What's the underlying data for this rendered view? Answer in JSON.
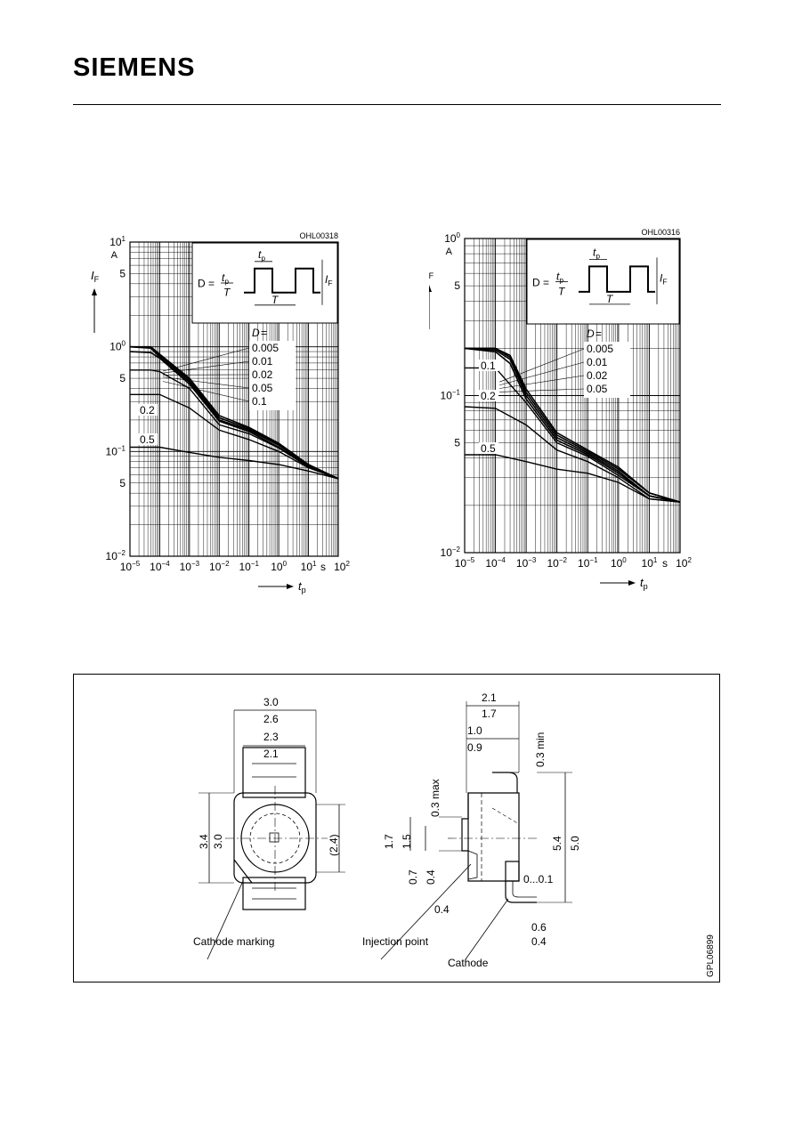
{
  "header": {
    "brand": "SIEMENS"
  },
  "chart_data": [
    {
      "type": "line",
      "code": "OHL00318",
      "xlabel": "t_p",
      "x_unit": "s",
      "ylabel": "I_F",
      "y_unit": "A",
      "x_scale": "log",
      "y_scale": "log",
      "xlim": [
        1e-05,
        100
      ],
      "ylim": [
        0.01,
        10
      ],
      "x_ticks": [
        {
          "v": 1e-05,
          "b": "10",
          "e": "−5"
        },
        {
          "v": 0.0001,
          "b": "10",
          "e": "−4"
        },
        {
          "v": 0.001,
          "b": "10",
          "e": "−3"
        },
        {
          "v": 0.01,
          "b": "10",
          "e": "−2"
        },
        {
          "v": 0.1,
          "b": "10",
          "e": "−1"
        },
        {
          "v": 1,
          "b": "10",
          "e": "0"
        },
        {
          "v": 10,
          "b": "10",
          "e": "1"
        },
        {
          "v": 100,
          "b": "10",
          "e": "2"
        }
      ],
      "x_tick_unit": "s",
      "y_ticks": [
        {
          "v": 10,
          "b": "10",
          "e": "1"
        },
        {
          "v": 5,
          "b": "5",
          "e": ""
        },
        {
          "v": 1,
          "b": "10",
          "e": "0"
        },
        {
          "v": 0.5,
          "b": "5",
          "e": ""
        },
        {
          "v": 0.1,
          "b": "10",
          "e": "−1"
        },
        {
          "v": 0.05,
          "b": "5",
          "e": ""
        },
        {
          "v": 0.01,
          "b": "10",
          "e": "−2"
        }
      ],
      "y_tick_unit": "A",
      "inset": {
        "formula_lhs": "D =",
        "num": "t_p",
        "den": "T",
        "period": "T",
        "pulse": "t_p",
        "amp": "I_F"
      },
      "legend_title": "D =",
      "legend_labels": [
        "0.005",
        "0.01",
        "0.02",
        "0.05",
        "0.1"
      ],
      "series": [
        {
          "name": "0.005",
          "points": [
            [
              1e-05,
              1.0
            ],
            [
              5e-05,
              1.0
            ],
            [
              0.0001,
              0.85
            ],
            [
              0.001,
              0.5
            ],
            [
              0.01,
              0.22
            ],
            [
              0.1,
              0.17
            ],
            [
              1,
              0.12
            ],
            [
              10,
              0.075
            ],
            [
              100,
              0.055
            ]
          ]
        },
        {
          "name": "0.01",
          "points": [
            [
              1e-05,
              1.0
            ],
            [
              5e-05,
              0.99
            ],
            [
              0.0001,
              0.83
            ],
            [
              0.001,
              0.48
            ],
            [
              0.01,
              0.21
            ],
            [
              0.1,
              0.165
            ],
            [
              1,
              0.118
            ],
            [
              10,
              0.074
            ],
            [
              100,
              0.055
            ]
          ]
        },
        {
          "name": "0.02",
          "points": [
            [
              1e-05,
              1.0
            ],
            [
              5e-05,
              0.97
            ],
            [
              0.0001,
              0.8
            ],
            [
              0.001,
              0.46
            ],
            [
              0.01,
              0.2
            ],
            [
              0.1,
              0.16
            ],
            [
              1,
              0.115
            ],
            [
              10,
              0.073
            ],
            [
              100,
              0.055
            ]
          ]
        },
        {
          "name": "0.05",
          "points": [
            [
              1e-05,
              0.9
            ],
            [
              5e-05,
              0.88
            ],
            [
              0.0001,
              0.78
            ],
            [
              0.001,
              0.44
            ],
            [
              0.01,
              0.195
            ],
            [
              0.1,
              0.155
            ],
            [
              1,
              0.11
            ],
            [
              10,
              0.072
            ],
            [
              100,
              0.055
            ]
          ]
        },
        {
          "name": "0.1",
          "points": [
            [
              1e-05,
              0.6
            ],
            [
              5e-05,
              0.6
            ],
            [
              0.0001,
              0.58
            ],
            [
              0.001,
              0.4
            ],
            [
              0.01,
              0.18
            ],
            [
              0.1,
              0.148
            ],
            [
              1,
              0.108
            ],
            [
              10,
              0.071
            ],
            [
              100,
              0.055
            ]
          ]
        },
        {
          "name": "0.2",
          "points": [
            [
              1e-05,
              0.35
            ],
            [
              0.0001,
              0.35
            ],
            [
              0.001,
              0.26
            ],
            [
              0.01,
              0.16
            ],
            [
              0.1,
              0.13
            ],
            [
              1,
              0.1
            ],
            [
              10,
              0.07
            ],
            [
              100,
              0.055
            ]
          ]
        },
        {
          "name": "0.5",
          "points": [
            [
              1e-05,
              0.11
            ],
            [
              0.0001,
              0.11
            ],
            [
              0.001,
              0.098
            ],
            [
              0.01,
              0.088
            ],
            [
              0.1,
              0.082
            ],
            [
              1,
              0.075
            ],
            [
              10,
              0.065
            ],
            [
              100,
              0.055
            ]
          ]
        }
      ],
      "series_labels": [
        "0.2",
        "0.5"
      ]
    },
    {
      "type": "line",
      "code": "OHL00316",
      "xlabel": "t_p",
      "x_unit": "s",
      "ylabel": "I_F",
      "y_unit": "A",
      "x_scale": "log",
      "y_scale": "log",
      "xlim": [
        1e-05,
        100
      ],
      "ylim": [
        0.01,
        1
      ],
      "x_ticks": [
        {
          "v": 1e-05,
          "b": "10",
          "e": "−5"
        },
        {
          "v": 0.0001,
          "b": "10",
          "e": "−4"
        },
        {
          "v": 0.001,
          "b": "10",
          "e": "−3"
        },
        {
          "v": 0.01,
          "b": "10",
          "e": "−2"
        },
        {
          "v": 0.1,
          "b": "10",
          "e": "−1"
        },
        {
          "v": 1,
          "b": "10",
          "e": "0"
        },
        {
          "v": 10,
          "b": "10",
          "e": "1"
        },
        {
          "v": 100,
          "b": "10",
          "e": "2"
        }
      ],
      "x_tick_unit": "s",
      "y_ticks": [
        {
          "v": 1,
          "b": "10",
          "e": "0"
        },
        {
          "v": 0.5,
          "b": "5",
          "e": ""
        },
        {
          "v": 0.1,
          "b": "10",
          "e": "−1"
        },
        {
          "v": 0.05,
          "b": "5",
          "e": ""
        },
        {
          "v": 0.01,
          "b": "10",
          "e": "−2"
        }
      ],
      "y_tick_unit": "A",
      "inset": {
        "formula_lhs": "D =",
        "num": "t_p",
        "den": "T",
        "period": "T",
        "pulse": "t_p",
        "amp": "I_F"
      },
      "legend_title": "D =",
      "legend_labels": [
        "0.005",
        "0.01",
        "0.02",
        "0.05"
      ],
      "series": [
        {
          "name": "0.005",
          "points": [
            [
              1e-05,
              0.2
            ],
            [
              0.0001,
              0.2
            ],
            [
              0.0003,
              0.18
            ],
            [
              0.001,
              0.11
            ],
            [
              0.01,
              0.058
            ],
            [
              0.1,
              0.045
            ],
            [
              1,
              0.035
            ],
            [
              10,
              0.024
            ],
            [
              100,
              0.021
            ]
          ]
        },
        {
          "name": "0.01",
          "points": [
            [
              1e-05,
              0.2
            ],
            [
              0.0001,
              0.2
            ],
            [
              0.0003,
              0.175
            ],
            [
              0.001,
              0.105
            ],
            [
              0.01,
              0.056
            ],
            [
              0.1,
              0.044
            ],
            [
              1,
              0.034
            ],
            [
              10,
              0.024
            ],
            [
              100,
              0.021
            ]
          ]
        },
        {
          "name": "0.02",
          "points": [
            [
              1e-05,
              0.2
            ],
            [
              0.0001,
              0.195
            ],
            [
              0.0003,
              0.17
            ],
            [
              0.001,
              0.1
            ],
            [
              0.01,
              0.054
            ],
            [
              0.1,
              0.043
            ],
            [
              1,
              0.033
            ],
            [
              10,
              0.023
            ],
            [
              100,
              0.021
            ]
          ]
        },
        {
          "name": "0.05",
          "points": [
            [
              1e-05,
              0.2
            ],
            [
              0.0001,
              0.19
            ],
            [
              0.0003,
              0.16
            ],
            [
              0.001,
              0.095
            ],
            [
              0.01,
              0.052
            ],
            [
              0.1,
              0.042
            ],
            [
              1,
              0.032
            ],
            [
              10,
              0.023
            ],
            [
              100,
              0.021
            ]
          ]
        },
        {
          "name": "0.1",
          "points": [
            [
              1e-05,
              0.15
            ],
            [
              0.0001,
              0.15
            ],
            [
              0.001,
              0.09
            ],
            [
              0.01,
              0.05
            ],
            [
              0.1,
              0.041
            ],
            [
              1,
              0.031
            ],
            [
              10,
              0.023
            ],
            [
              100,
              0.021
            ]
          ]
        },
        {
          "name": "0.2",
          "points": [
            [
              1e-05,
              0.085
            ],
            [
              0.0001,
              0.083
            ],
            [
              0.001,
              0.065
            ],
            [
              0.01,
              0.045
            ],
            [
              0.1,
              0.038
            ],
            [
              1,
              0.03
            ],
            [
              10,
              0.022
            ],
            [
              100,
              0.021
            ]
          ]
        },
        {
          "name": "0.5",
          "points": [
            [
              1e-05,
              0.042
            ],
            [
              0.0001,
              0.042
            ],
            [
              0.001,
              0.038
            ],
            [
              0.01,
              0.034
            ],
            [
              0.1,
              0.032
            ],
            [
              1,
              0.028
            ],
            [
              10,
              0.022
            ],
            [
              100,
              0.021
            ]
          ]
        }
      ],
      "series_labels": [
        "0.1",
        "0.2",
        "0.5"
      ]
    }
  ],
  "package": {
    "front": {
      "w_outer_max": "3.0",
      "w_outer_min": "2.6",
      "w_inner_max": "2.3",
      "w_inner_min": "2.1",
      "h_max": "3.4",
      "h_min": "3.0",
      "h_ref": "(2.4)"
    },
    "side": {
      "w_max": "2.1",
      "w_min": "1.7",
      "w2_max": "1.0",
      "w2_min": "0.9",
      "top": "0.3 min",
      "h_max": "5.4",
      "h_min": "5.0",
      "mark": "0.3 max",
      "a1": "1.7",
      "a2": "1.5",
      "b1": "0.7",
      "b2": "0.4",
      "c": "0...0.1",
      "d": "0.4",
      "e1": "0.6",
      "e2": "0.4"
    },
    "labels": {
      "cathode_marking": "Cathode marking",
      "injection_point": "Injection point",
      "cathode": "Cathode"
    },
    "code": "GPL06899"
  }
}
